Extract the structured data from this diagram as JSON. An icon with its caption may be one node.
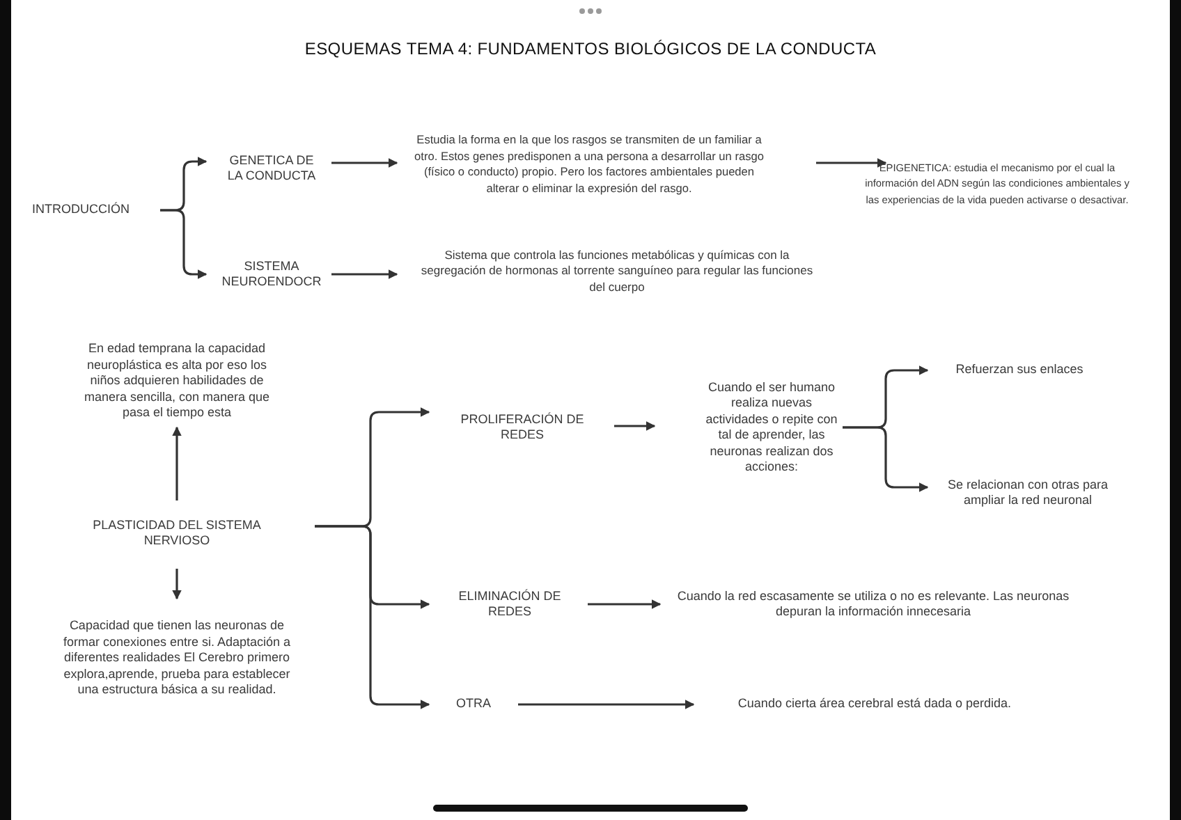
{
  "diagram": {
    "title": "ESQUEMAS TEMA 4: FUNDAMENTOS BIOLÓGICOS DE LA CONDUCTA",
    "nodes": [
      {
        "text": [
          "INTRODUCCIÓN"
        ]
      },
      {
        "text": [
          "GENETICA DE LA CONDUCTA"
        ]
      },
      {
        "text": [
          "SISTEMA NEUROENDOCR"
        ]
      },
      {
        "text": [
          "Estudia la forma en la que los rasgos se transmiten de un familiar a otro. Estos genes predisponen a una persona a desarrollar un rasgo (físico o conducto) propio. Pero los factores ambientales pueden alterar o eliminar la expresión del rasgo."
        ]
      },
      {
        "text": [
          "EPIGENETICA: estudia el mecanismo por el cual la información del ADN según las condiciones ambientales y las experiencias de la vida pueden activarse o desactivar."
        ]
      },
      {
        "text": [
          "Sistema que controla las funciones metabólicas y químicas con la segregación de hormonas al torrente sanguíneo para regular las funciones del cuerpo"
        ]
      },
      {
        "text": [
          "En edad temprana la capacidad neuroplástica es alta por eso los niños adquieren habilidades de manera sencilla, con manera que pasa el tiempo esta"
        ]
      },
      {
        "text": [
          "PLASTICIDAD DEL SISTEMA NERVIOSO"
        ]
      },
      {
        "text": [
          "Capacidad que tienen las neuronas de formar conexiones entre si. Adaptación a diferentes realidades El Cerebro primero explora,aprende, prueba para establecer una estructura básica a su realidad."
        ]
      },
      {
        "text": [
          "PROLIFERACIÓN DE REDES"
        ]
      },
      {
        "text": [
          "Cuando el ser humano realiza nuevas actividades o repite con tal de aprender, las neuronas realizan dos acciones:"
        ]
      },
      {
        "text": [
          "Refuerzan sus enlaces"
        ]
      },
      {
        "text": [
          "Se relacionan con otras para ampliar la red neuronal"
        ]
      },
      {
        "text": [
          "ELIMINACIÓN DE REDES"
        ]
      },
      {
        "text": [
          "Cuando la red escasamente se utiliza o no es relevante. Las neuronas depuran la información innecesaria"
        ]
      },
      {
        "text": [
          "OTRA"
        ]
      },
      {
        "text": [
          "Cuando cierta área cerebral está dada o perdida."
        ]
      }
    ],
    "edges": [
      {
        "from": 0,
        "to": 1,
        "arrow": "to"
      },
      {
        "from": 0,
        "to": 2,
        "arrow": "to"
      },
      {
        "from": 1,
        "to": 3,
        "arrow": "to"
      },
      {
        "from": 3,
        "to": 4,
        "arrow": "to"
      },
      {
        "from": 2,
        "to": 5,
        "arrow": "to"
      },
      {
        "from": 7,
        "to": 6,
        "arrow": "to"
      },
      {
        "from": 7,
        "to": 8,
        "arrow": "to"
      },
      {
        "from": 7,
        "to": 9,
        "arrow": "to"
      },
      {
        "from": 7,
        "to": 13,
        "arrow": "to"
      },
      {
        "from": 7,
        "to": 15,
        "arrow": "to"
      },
      {
        "from": 9,
        "to": 10,
        "arrow": "to"
      },
      {
        "from": 10,
        "to": 11,
        "arrow": "to"
      },
      {
        "from": 10,
        "to": 12,
        "arrow": "to"
      },
      {
        "from": 13,
        "to": 14,
        "arrow": "to"
      },
      {
        "from": 15,
        "to": 16,
        "arrow": "to"
      }
    ]
  }
}
